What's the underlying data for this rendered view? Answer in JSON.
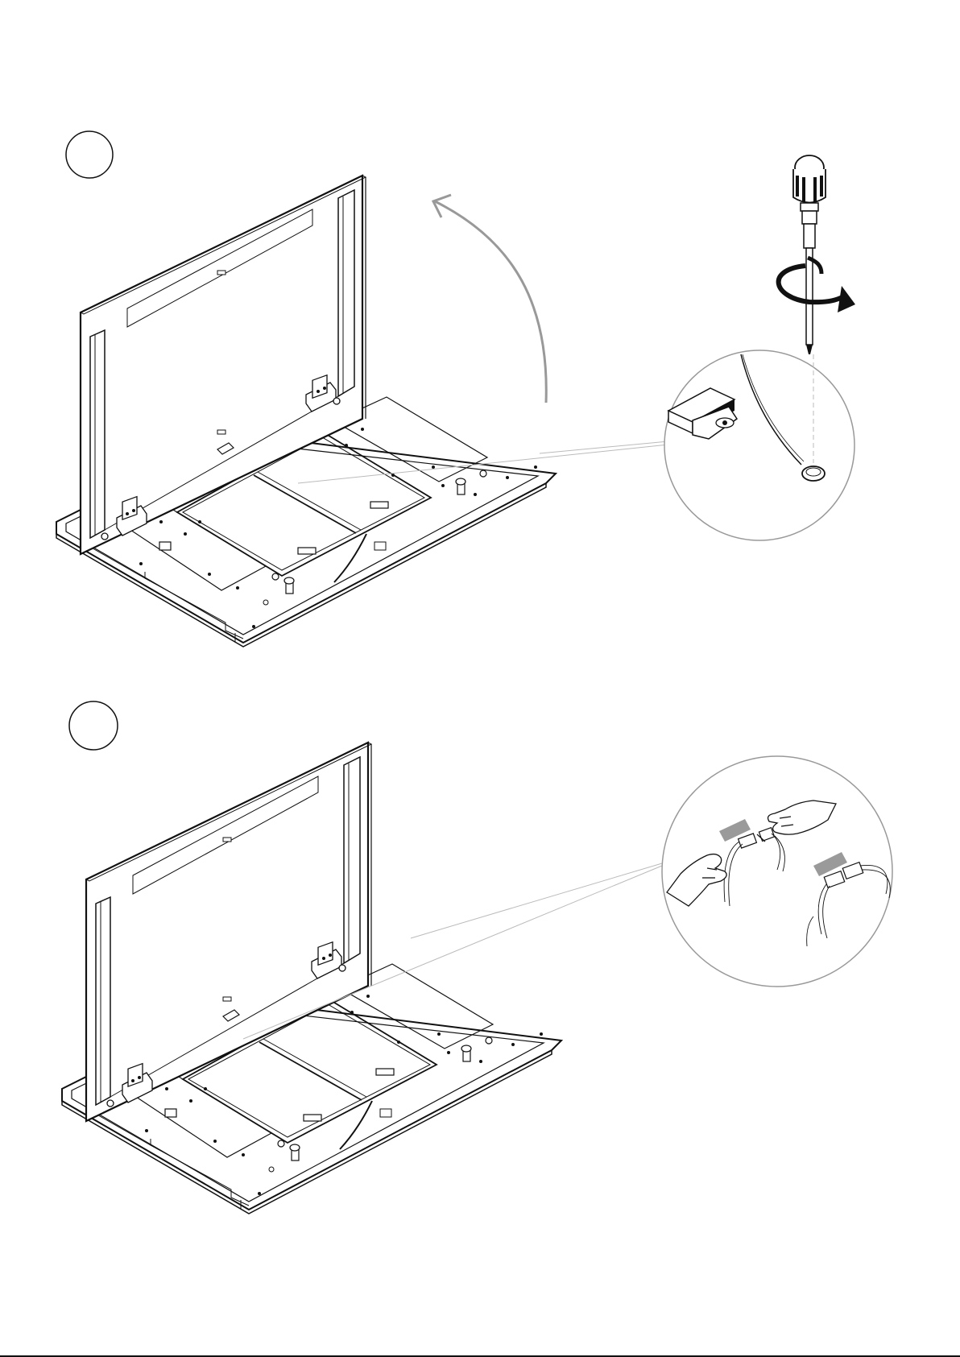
{
  "page": {
    "kind": "assembly-instruction-sheet",
    "colors": {
      "ink": "#111111",
      "guide": "#999999",
      "muted": "#bbbbbb",
      "tape": "#9a9a9a",
      "paper": "#ffffff"
    }
  },
  "steps": [
    {
      "number": "",
      "callout": {
        "subject": "earth-cable-screw",
        "tool": "screwdriver-icon",
        "action": "rotate-arrow-icon"
      },
      "motion": "lift-door-arrow"
    },
    {
      "number": "",
      "callout": {
        "subject": "cable-connector",
        "action": "connect-plug-hands"
      }
    }
  ]
}
